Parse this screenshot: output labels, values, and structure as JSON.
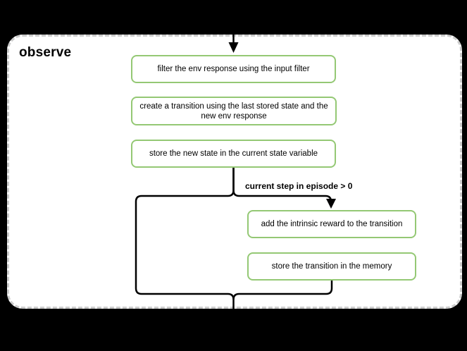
{
  "diagram": {
    "group_label": "observe",
    "nodes": [
      {
        "id": "filter-env-response",
        "label": "filter the env response using the input filter"
      },
      {
        "id": "create-transition",
        "label": "create a transition using the last stored state and the new env response"
      },
      {
        "id": "store-new-state",
        "label": "store the new state in the current state variable"
      },
      {
        "id": "add-intrinsic-reward",
        "label": "add the intrinsic reward to the transition"
      },
      {
        "id": "store-transition-memory",
        "label": "store the transition in the memory"
      }
    ],
    "edge_label": "current step in episode > 0",
    "colors": {
      "background": "#000000",
      "container_bg": "#ffffff",
      "container_border": "#cccccc",
      "node_border": "#94c874",
      "line": "#000000",
      "text": "#000000"
    }
  }
}
